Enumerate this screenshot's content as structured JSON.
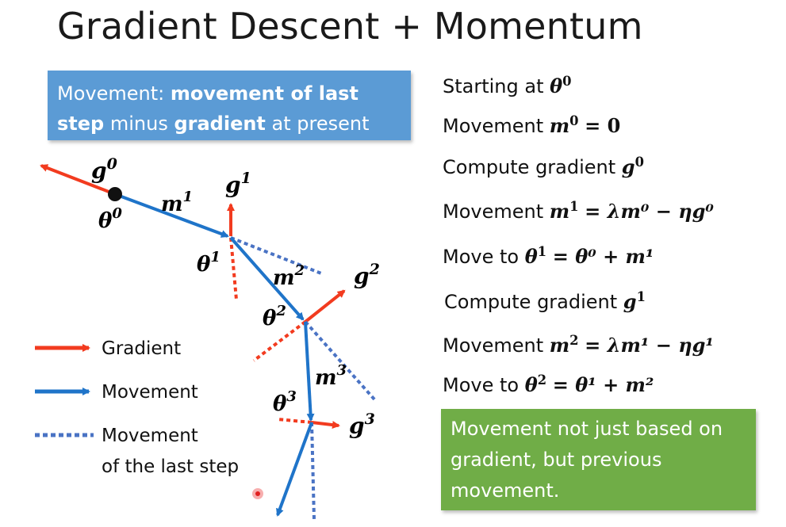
{
  "title": "Gradient Descent + Momentum",
  "blue_box": {
    "p1": "Movement: ",
    "b1": "movement of last step",
    "p2": " minus ",
    "b2": "gradient",
    "p3": " at present"
  },
  "steps": [
    {
      "text": "Starting at ",
      "math": "θ",
      "sup": "0"
    },
    {
      "text": "Movement ",
      "math": "m",
      "sup": "0",
      "rest": "= 0"
    },
    {
      "text": "Compute gradient ",
      "math": "g",
      "sup": "0"
    },
    {
      "text": "Movement ",
      "math": "m",
      "sup": "1",
      "rest": "= λm⁰ − ηg⁰"
    },
    {
      "text": "Move to ",
      "math": "θ",
      "sup": "1",
      "rest": "= θ⁰ + m¹"
    },
    {
      "text": "Compute gradient ",
      "math": "g",
      "sup": "1"
    },
    {
      "text": "Movement ",
      "math": "m",
      "sup": "2",
      "rest": "= λm¹ − ηg¹"
    },
    {
      "text": "Move to ",
      "math": "θ",
      "sup": "2",
      "rest": "= θ¹ + m²"
    }
  ],
  "green_box": "Movement not just based on gradient, but previous movement.",
  "legend": {
    "gradient": "Gradient",
    "movement": "Movement",
    "last_line1": "Movement",
    "last_line2": "of the last step"
  },
  "labels": {
    "g0": "g",
    "g0s": "0",
    "theta0": "θ",
    "theta0s": "0",
    "m1": "m",
    "m1s": "1",
    "g1": "g",
    "g1s": "1",
    "theta1": "θ",
    "theta1s": "1",
    "m2": "m",
    "m2s": "2",
    "g2": "g",
    "g2s": "2",
    "theta2": "θ",
    "theta2s": "2",
    "m3": "m",
    "m3s": "3",
    "theta3": "θ",
    "theta3s": "3",
    "g3": "g",
    "g3s": "3"
  },
  "colors": {
    "gradient": "#f23b1f",
    "movement": "#1f74c9",
    "last_step": "#4a73c4",
    "blue_box": "#5b9bd5",
    "green_box": "#70ad47"
  }
}
